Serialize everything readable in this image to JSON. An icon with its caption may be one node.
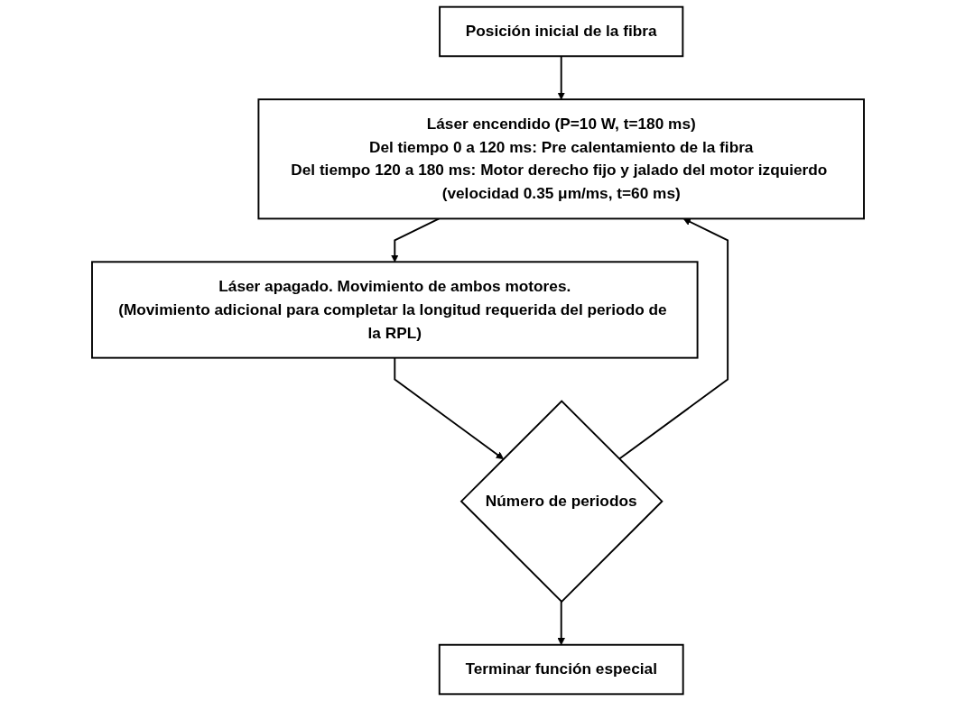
{
  "diagram": {
    "nodes": [
      {
        "text": [
          "Posición inicial de la fibra"
        ]
      },
      {
        "text": [
          "Láser encendido (P=10 W, t=180 ms)",
          "Del tiempo 0 a 120 ms: Pre calentamiento de la fibra",
          "Del tiempo 120 a 180 ms: Motor derecho fijo y jalado del motor izquierdo (velocidad 0.35 μm/ms, t=60 ms)"
        ]
      },
      {
        "text": [
          "Láser apagado. Movimiento de ambos motores.",
          "(Movimiento adicional para completar la longitud requerida del periodo de la RPL)"
        ]
      },
      {
        "text": [
          "Número de periodos"
        ]
      },
      {
        "text": [
          "Terminar función especial"
        ]
      }
    ],
    "edges": [
      {
        "from": 0,
        "to": 1,
        "arrow": "to"
      },
      {
        "from": 1,
        "to": 2,
        "arrow": "to"
      },
      {
        "from": 2,
        "to": 3,
        "arrow": "to"
      },
      {
        "from": 3,
        "to": 4,
        "arrow": "to"
      },
      {
        "from": 3,
        "to": 1,
        "arrow": "to"
      }
    ]
  }
}
